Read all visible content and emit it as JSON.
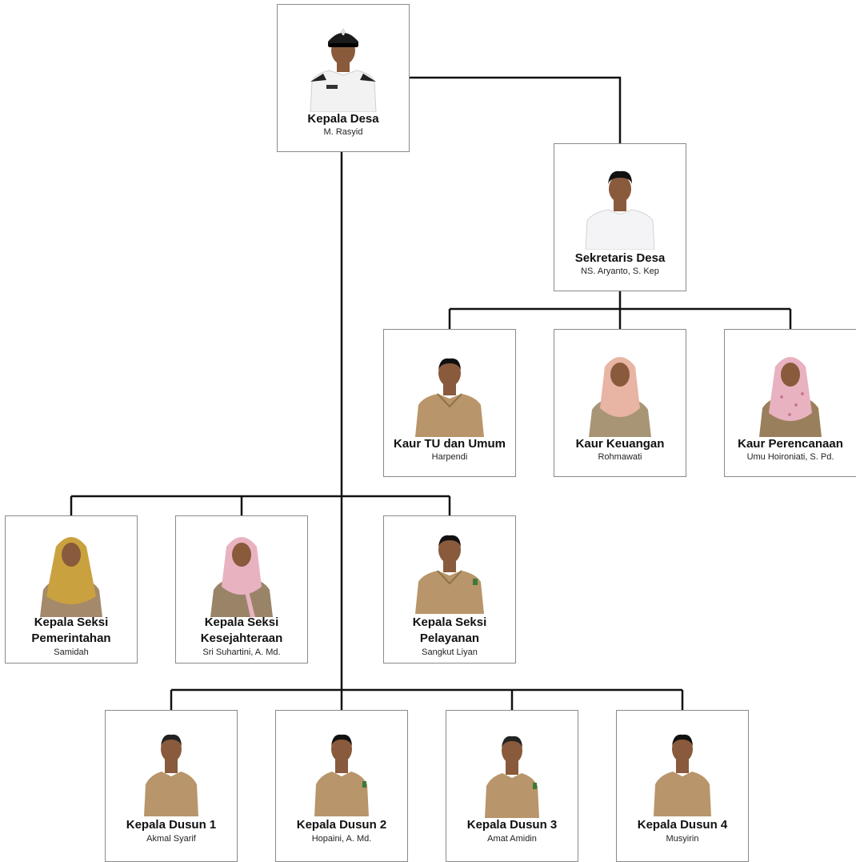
{
  "org_chart": {
    "kepala_desa": {
      "role": "Kepala Desa",
      "name": "M. Rasyid"
    },
    "sekretaris": {
      "role": "Sekretaris Desa",
      "name": "NS. Aryanto, S. Kep"
    },
    "kaur": [
      {
        "role": "Kaur TU dan Umum",
        "name": "Harpendi"
      },
      {
        "role": "Kaur Keuangan",
        "name": "Rohmawati"
      },
      {
        "role": "Kaur Perencanaan",
        "name": "Umu Hoironiati, S. Pd."
      }
    ],
    "kasi": [
      {
        "role1": "Kepala Seksi",
        "role2": "Pemerintahan",
        "name": "Samidah"
      },
      {
        "role1": "Kepala Seksi",
        "role2": "Kesejahteraan",
        "name": "Sri Suhartini, A. Md."
      },
      {
        "role1": "Kepala Seksi",
        "role2": "Pelayanan",
        "name": "Sangkut Liyan"
      }
    ],
    "dusun": [
      {
        "role": "Kepala Dusun 1",
        "name": "Akmal Syarif"
      },
      {
        "role": "Kepala Dusun 2",
        "name": "Hopaini, A. Md."
      },
      {
        "role": "Kepala Dusun 3",
        "name": "Amat Amidin"
      },
      {
        "role": "Kepala Dusun 4",
        "name": "Musyirin"
      }
    ]
  },
  "colors": {
    "line": "#111111",
    "khaki_uniform": "#b8956a",
    "white_uniform": "#f2f2f2",
    "skin": "#8a5a3c",
    "hijab_yellow": "#c9a13f",
    "hijab_pink": "#e9b2c0"
  }
}
